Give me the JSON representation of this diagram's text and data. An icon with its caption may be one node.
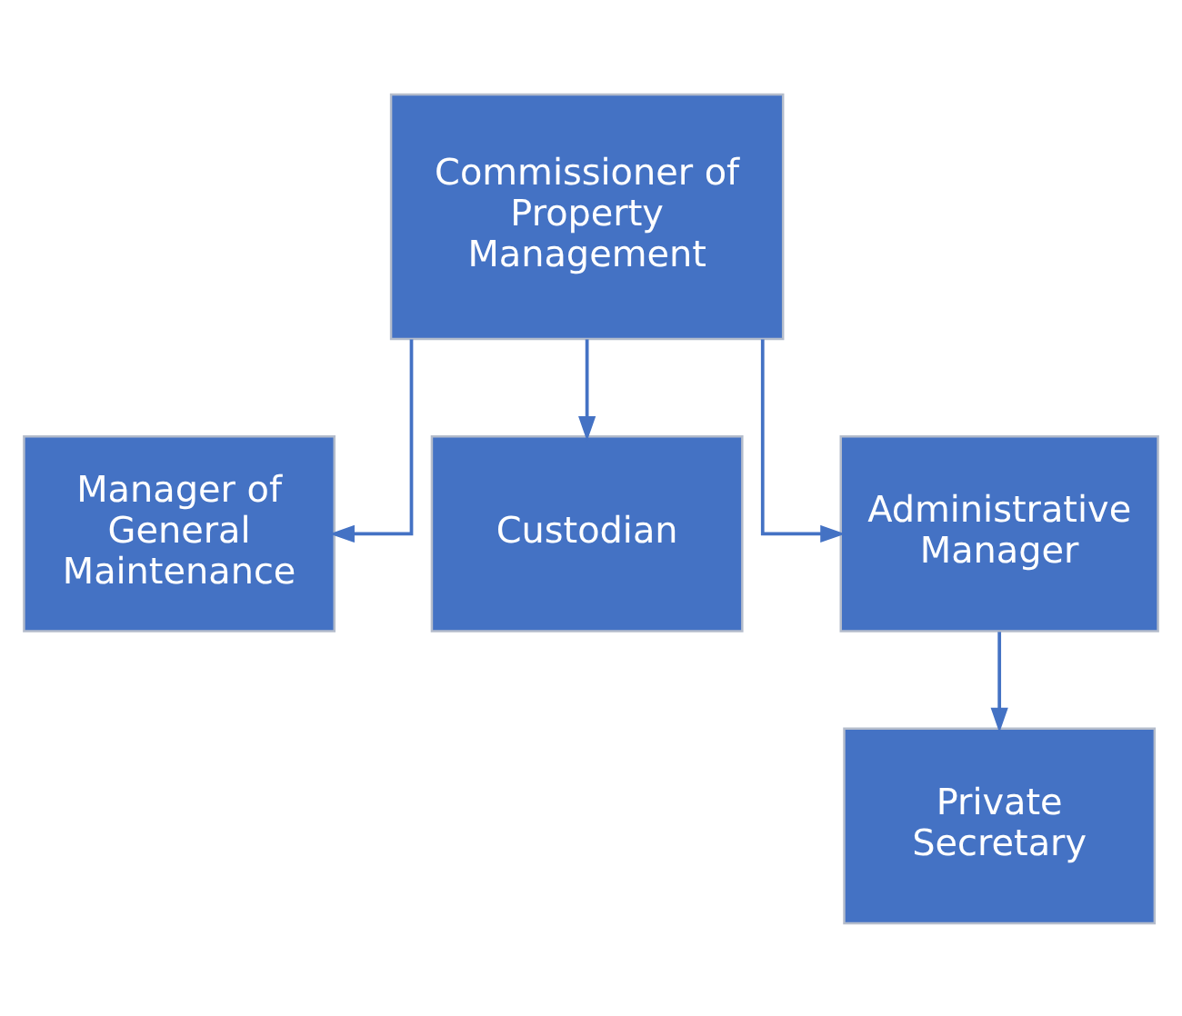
{
  "diagram": {
    "nodes": [
      {
        "text": [
          "Commissioner of Property Management"
        ]
      },
      {
        "text": [
          "Manager of General Maintenance"
        ]
      },
      {
        "text": [
          "Custodian"
        ]
      },
      {
        "text": [
          "Administrative Manager"
        ]
      },
      {
        "text": [
          "Private Secretary"
        ]
      }
    ],
    "edges": [
      {
        "from": 0,
        "to": 1,
        "arrow": "to"
      },
      {
        "from": 0,
        "to": 2,
        "arrow": "to"
      },
      {
        "from": 0,
        "to": 3,
        "arrow": "to"
      },
      {
        "from": 3,
        "to": 4,
        "arrow": "to"
      }
    ]
  }
}
